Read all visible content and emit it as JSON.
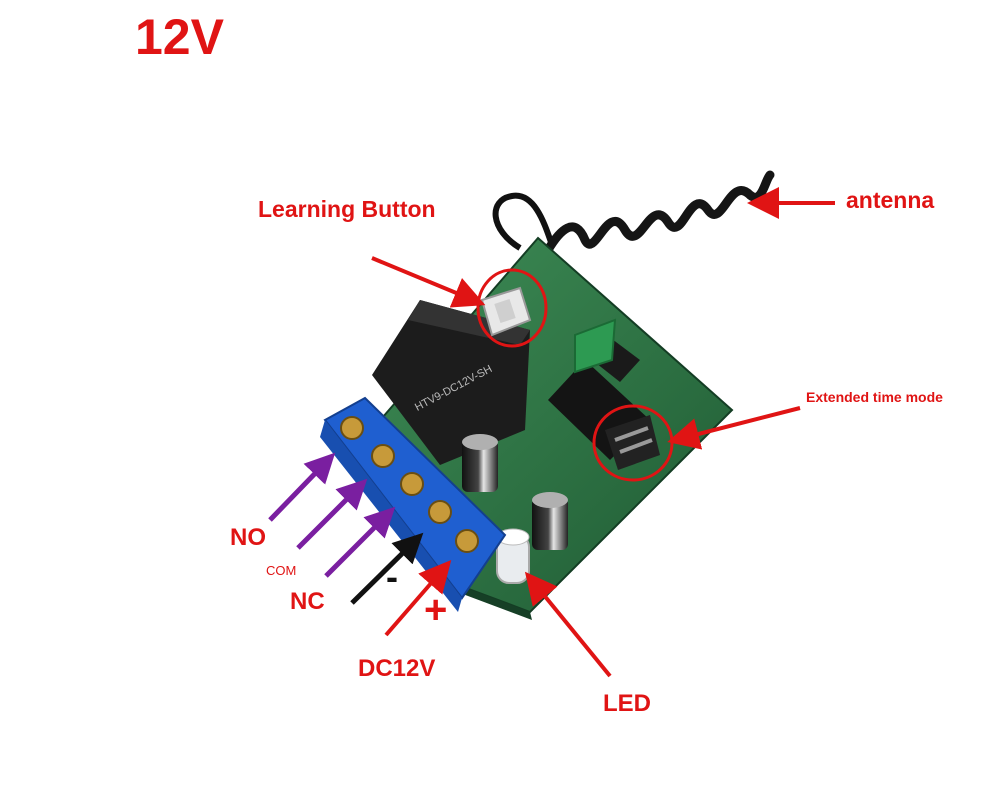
{
  "title": "12V",
  "labels": {
    "learning_button": "Learning Button",
    "antenna": "antenna",
    "extended_time_mode": "Extended time mode",
    "no": "NO",
    "com": "COM",
    "nc": "NC",
    "minus": "-",
    "plus": "+",
    "dc12v": "DC12V",
    "led": "LED"
  },
  "relay_text": "HTV9-DC12V-SH",
  "colors": {
    "label_red": "#e01414",
    "arrow_purple": "#7a1fa0",
    "board_green": "#2f7a46",
    "terminal_blue": "#1f5fd0",
    "relay_black": "#1c1c1c"
  }
}
